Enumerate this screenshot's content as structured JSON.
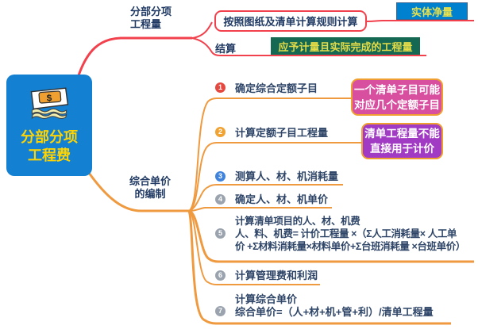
{
  "root": {
    "title": "分部分项\n工程费",
    "icon": "banknote-icon",
    "fill_color": "#1480D2",
    "text_color": "#FFD400"
  },
  "quantity_branch": {
    "label": "分部分项\n工程量",
    "branch_color": "#F2414C",
    "rule_box": "按照图纸及清单计算规则计算",
    "entity_tag": {
      "text": "实体净量",
      "fill_color": "#0081CF",
      "text_color": "#E9E14C"
    },
    "settlement_label": "结算",
    "settlement_tag": {
      "text": "应予计量且实际完成的工程量",
      "fill_color": "#156852",
      "text_color": "#E3DC48"
    }
  },
  "unit_price_branch": {
    "label": "综合单价\n的编制",
    "branch_color": "#F09A40",
    "steps": [
      {
        "num": "1",
        "badge_color": "#E4483F",
        "text": "确定综合定额子目"
      },
      {
        "num": "2",
        "badge_color": "#F0A232",
        "text": "计算定额子目工程量"
      },
      {
        "num": "3",
        "badge_color": "#3F83DC",
        "text": "测算人、材、机消耗量"
      },
      {
        "num": "4",
        "badge_color": "#9AA3AE",
        "text": "确定人、材、机单价"
      },
      {
        "num": "5",
        "badge_color": "#9AA3AE",
        "text": "计算清单项目的人、材、机费\n人、料、机费= 计价工程量 ×（Σ人工消耗量× 人工单\n价 +Σ材料消耗量×材料单价+Σ台班消耗量 ×台班单价）"
      },
      {
        "num": "6",
        "badge_color": "#9AA3AE",
        "text": "计算管理费和利润"
      },
      {
        "num": "7",
        "badge_color": "#9AA3AE",
        "text": "计算综合单价\n综合单价=（人+材+机+管+利）/清单工程量"
      }
    ],
    "notes": [
      {
        "text": "一个清单子目可能\n对应几个定额子目",
        "fill_color": "#D84FA0",
        "border_color": "#F0A030"
      },
      {
        "text": "清单工程量不能\n直接用于计价",
        "fill_color": "#A23BC4",
        "border_color": "#F0A030"
      }
    ]
  }
}
